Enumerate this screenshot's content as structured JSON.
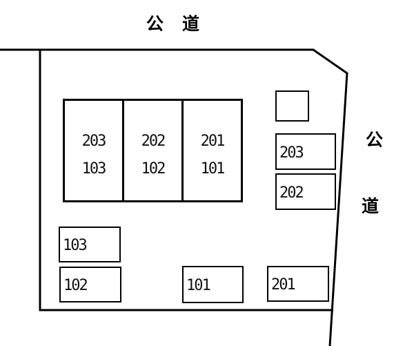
{
  "roads": {
    "top": "公　道",
    "right_upper": "公",
    "right_lower": "道"
  },
  "building": {
    "cells": [
      {
        "upper": "203",
        "lower": "103"
      },
      {
        "upper": "202",
        "lower": "102"
      },
      {
        "upper": "201",
        "lower": "101"
      }
    ]
  },
  "spaces": {
    "square": "",
    "right_1": "203",
    "right_2": "202",
    "left_1": "103",
    "left_2": "102",
    "bottom_1": "101",
    "bottom_2": "201"
  },
  "colors": {
    "line": "#000000",
    "background": "#ffffff",
    "text": "#111111"
  }
}
